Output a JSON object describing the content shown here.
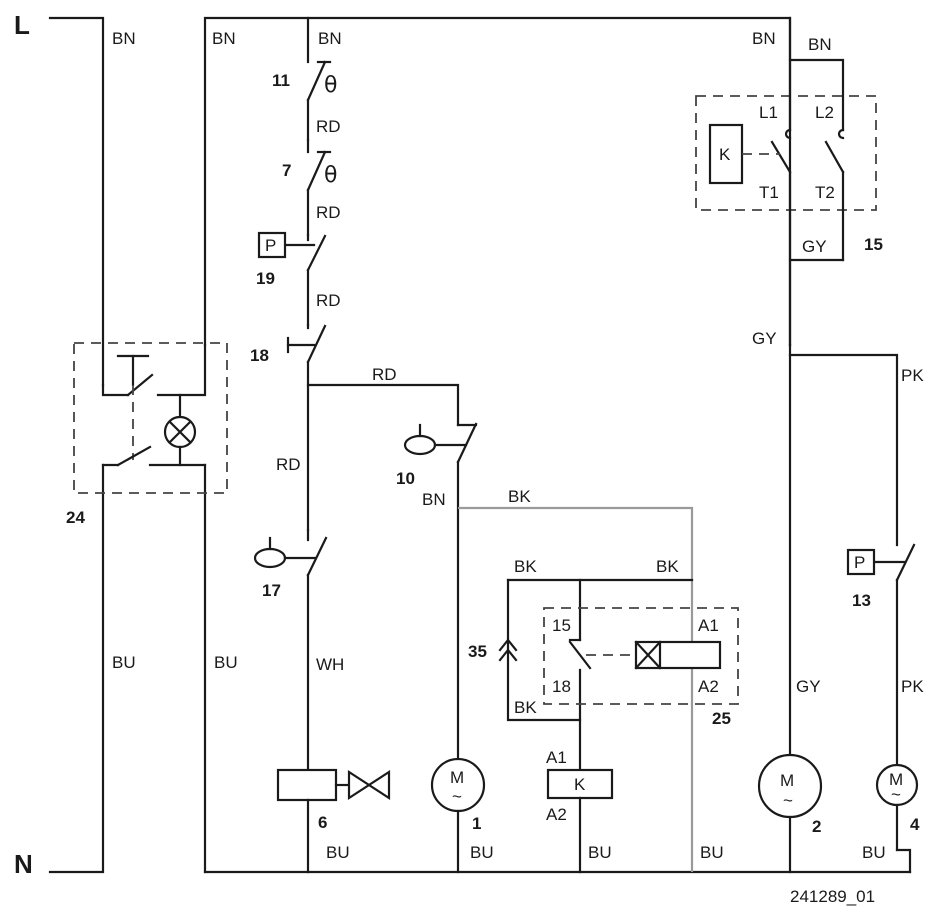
{
  "rails": {
    "line": "L",
    "neutral": "N"
  },
  "wire_colors": {
    "bn": "BN",
    "rd": "RD",
    "bk": "BK",
    "gy": "GY",
    "pk": "PK",
    "bu": "BU",
    "wh": "WH"
  },
  "components": {
    "c1": "1",
    "c2": "2",
    "c4": "4",
    "c6": "6",
    "c7": "7",
    "c10": "10",
    "c11": "11",
    "c13": "13",
    "c15": "15",
    "c17": "17",
    "c18": "18",
    "c19": "19",
    "c24": "24",
    "c25": "25",
    "c35": "35"
  },
  "symbols": {
    "theta": "θ",
    "pressure": "P",
    "relay_coil": "K",
    "motor": "M",
    "ac": "~"
  },
  "terminals": {
    "l1": "L1",
    "l2": "L2",
    "t1": "T1",
    "t2": "T2",
    "a1": "A1",
    "a2": "A2",
    "t15": "15",
    "t18": "18"
  },
  "figure_id": "241289_01"
}
